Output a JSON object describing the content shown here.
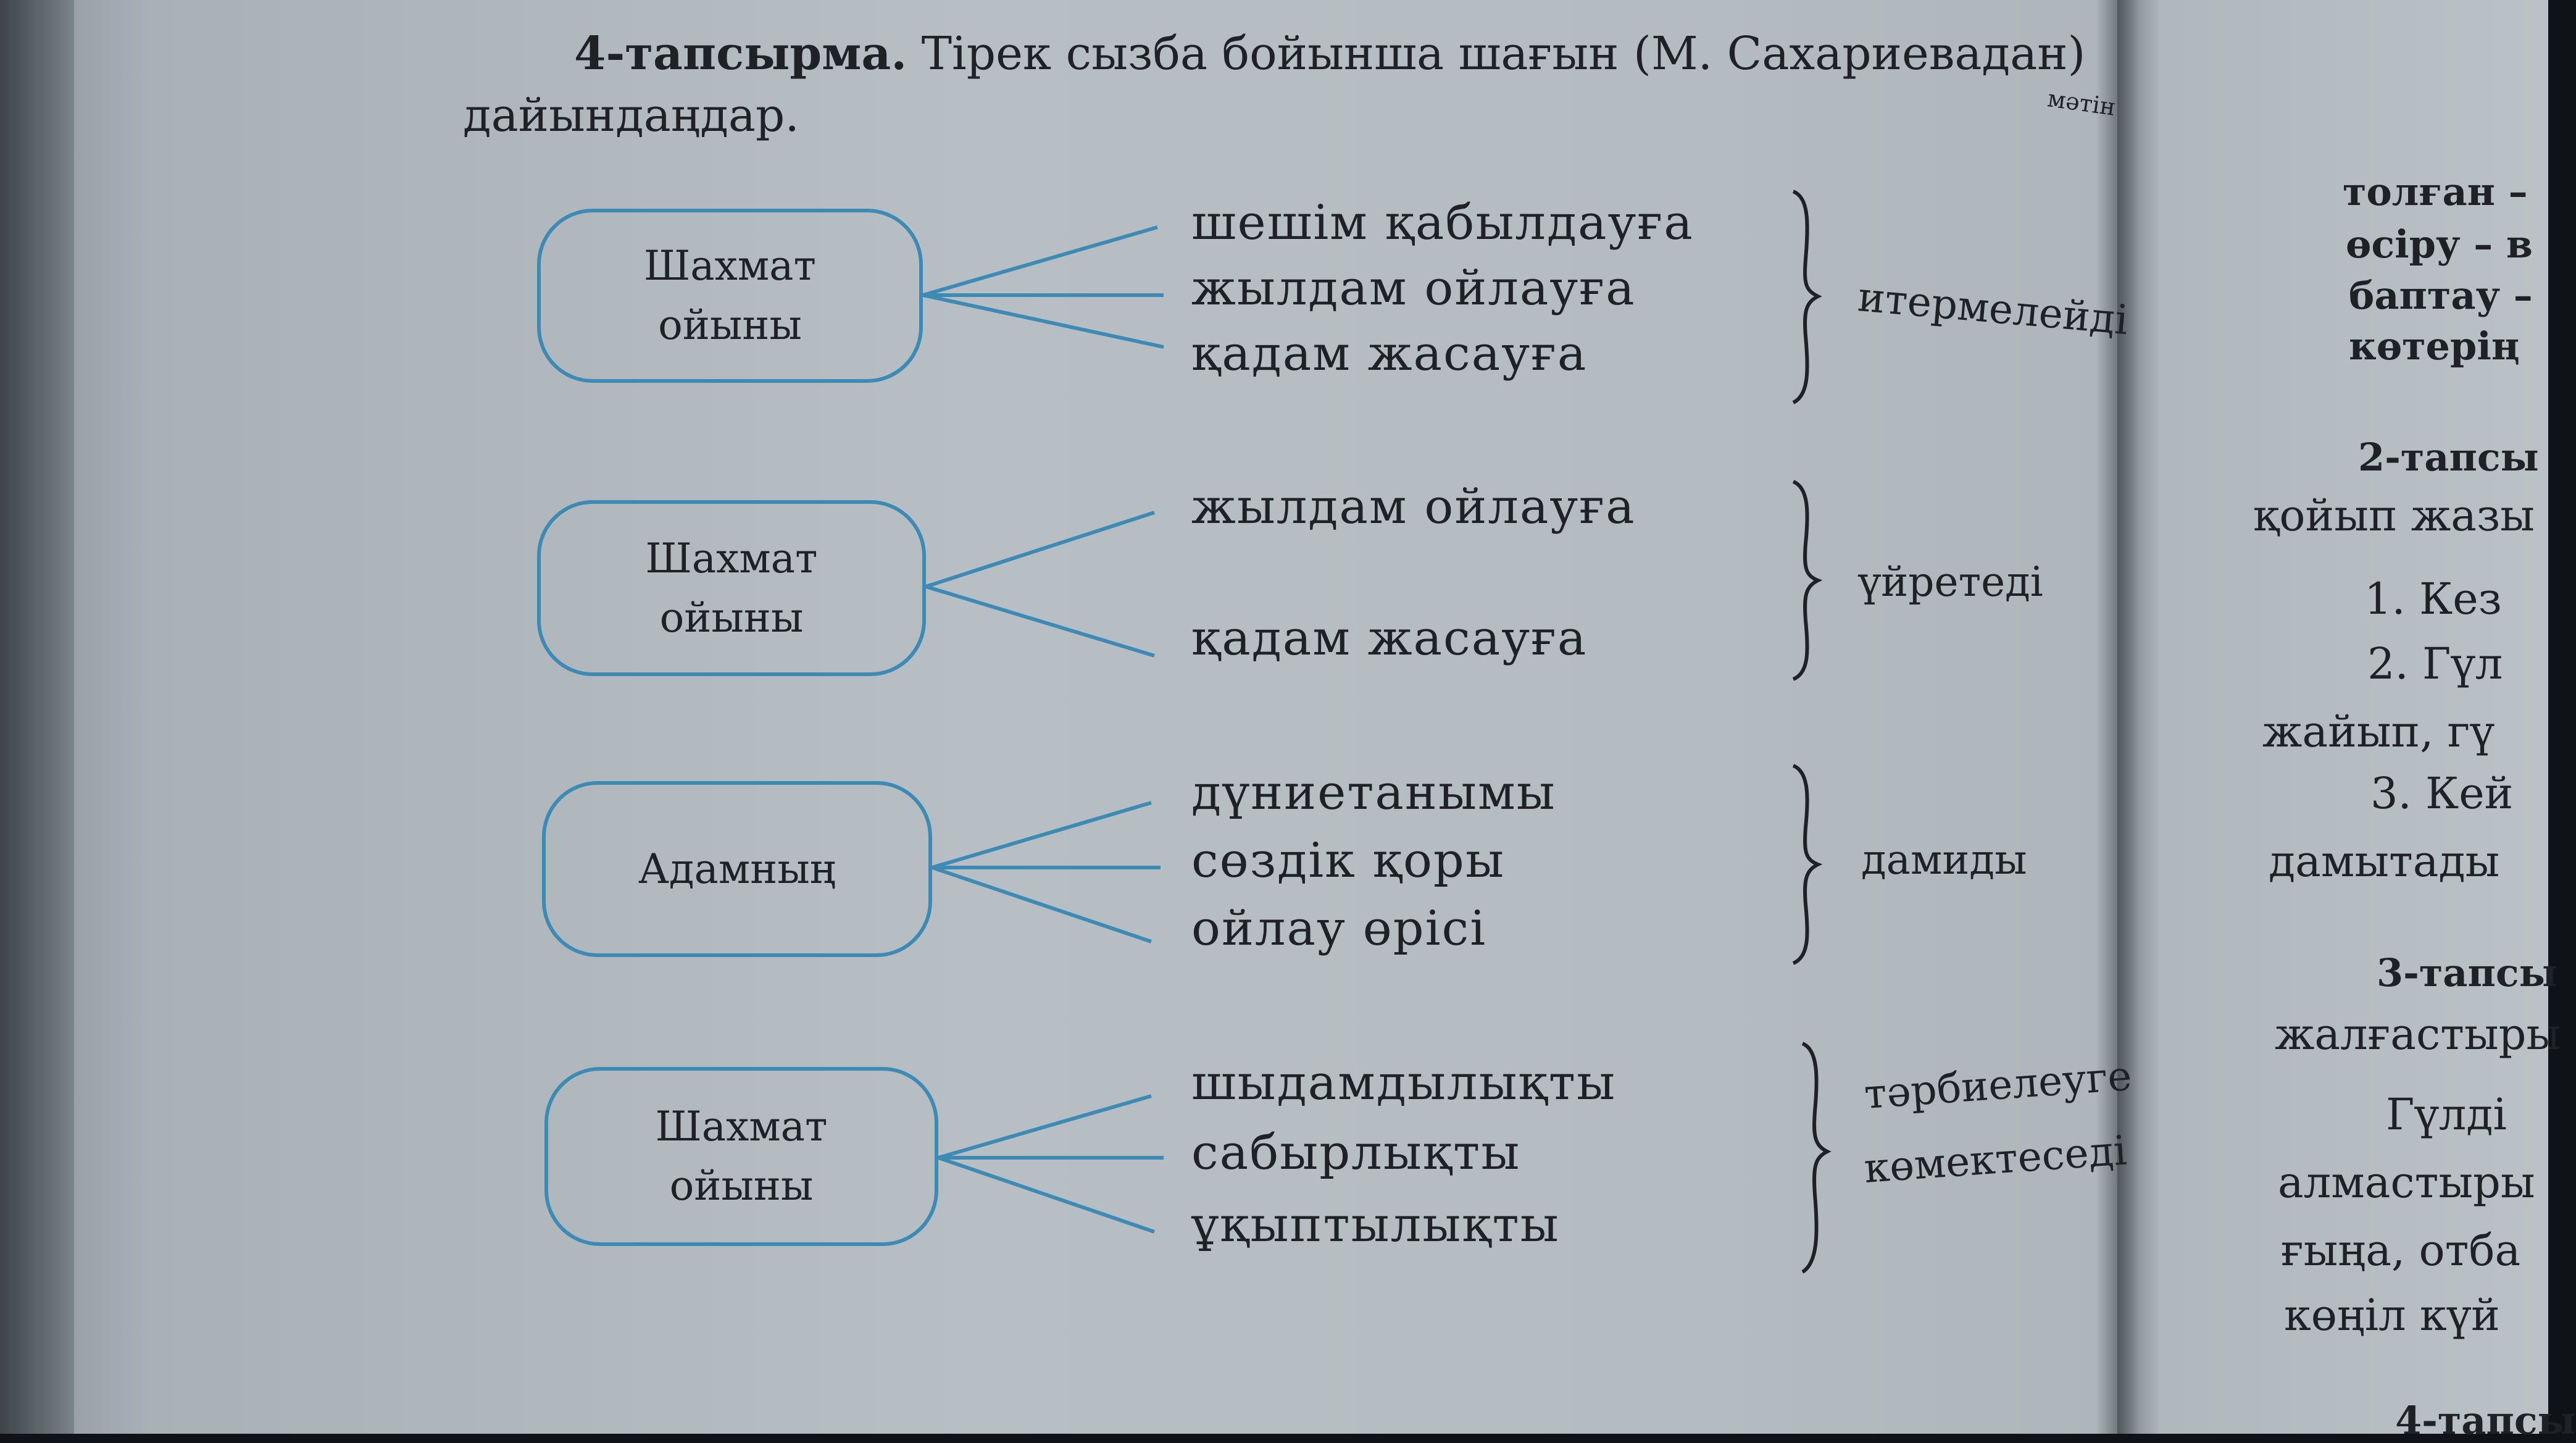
{
  "task": {
    "number": "4-тапсырма.",
    "text": "Тірек сызба бойынша шағын (М. Сахариевадан)",
    "text_end": "мәтін",
    "line2": "дайындаңдар."
  },
  "groups": [
    {
      "subject": [
        "Шахмат",
        "ойыны"
      ],
      "items": [
        "шешім қабылдауға",
        "жылдам ойлауға",
        "қадам жасауға"
      ],
      "verb": [
        "итермелейді"
      ]
    },
    {
      "subject": [
        "Шахмат",
        "ойыны"
      ],
      "items": [
        "жылдам ойлауға",
        "қадам жасауға"
      ],
      "verb": [
        "үйретеді"
      ]
    },
    {
      "subject": [
        "Адамның"
      ],
      "items": [
        "дүниетанымы",
        "сөздік қоры",
        "ойлау өрісі"
      ],
      "verb": [
        "дамиды"
      ]
    },
    {
      "subject": [
        "Шахмат",
        "ойыны"
      ],
      "items": [
        "шыдамдылықты",
        "сабырлықты",
        "ұқыптылықты"
      ],
      "verb": [
        "тәрбиелеуге",
        "көмектеседі"
      ]
    }
  ],
  "right_page": [
    {
      "text": "толған –",
      "bold": true
    },
    {
      "text": "өсіру – в",
      "bold": true
    },
    {
      "text": "баптау –",
      "bold": true
    },
    {
      "text": "көтерің",
      "bold": true
    },
    {
      "text": "2-тапсы",
      "bold": true
    },
    {
      "text": "қойып жазы",
      "bold": false
    },
    {
      "text": "1. Кез",
      "bold": false
    },
    {
      "text": "2. Гүл",
      "bold": false
    },
    {
      "text": "жайып, гү",
      "bold": false
    },
    {
      "text": "3. Кей",
      "bold": false
    },
    {
      "text": "дамытады",
      "bold": false
    },
    {
      "text": "3-тапсы",
      "bold": true
    },
    {
      "text": "жалғастыры",
      "bold": false
    },
    {
      "text": "Гүлді",
      "bold": false
    },
    {
      "text": "алмастыры",
      "bold": false
    },
    {
      "text": "ғыңа, отба",
      "bold": false
    },
    {
      "text": "көңіл күй",
      "bold": false
    },
    {
      "text": "4-тапсы",
      "bold": true
    }
  ],
  "colors": {
    "accent": "#3d8bb4",
    "ink": "#1e2226",
    "paper": "#b7bfc4"
  }
}
